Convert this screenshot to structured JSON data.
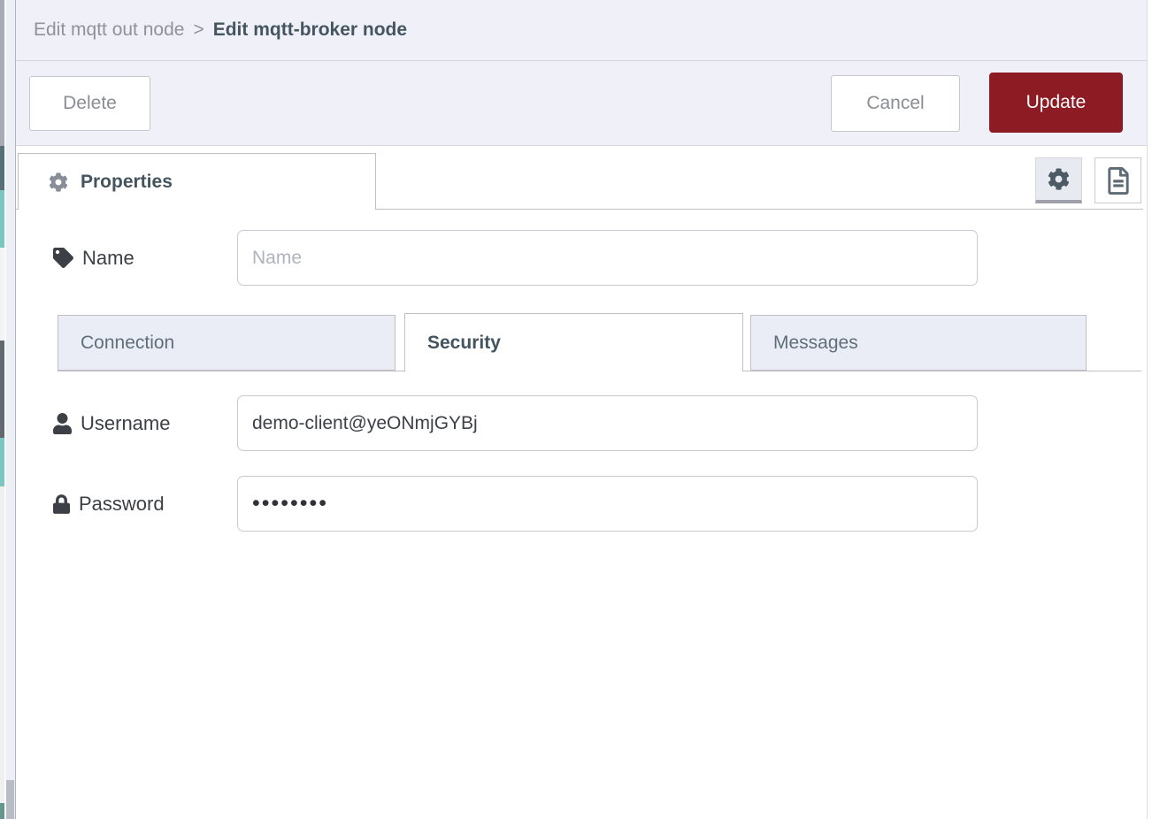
{
  "breadcrumb": {
    "parent": "Edit mqtt out node",
    "separator": ">",
    "current": "Edit mqtt-broker node"
  },
  "toolbar": {
    "delete_label": "Delete",
    "cancel_label": "Cancel",
    "update_label": "Update"
  },
  "editor": {
    "properties_tab_label": "Properties",
    "icon_buttons": [
      "node-settings-cog",
      "node-description-doc"
    ]
  },
  "form": {
    "name": {
      "label": "Name",
      "value": "",
      "placeholder": "Name"
    },
    "tabs": [
      {
        "label": "Connection",
        "active": false
      },
      {
        "label": "Security",
        "active": true
      },
      {
        "label": "Messages",
        "active": false
      }
    ],
    "active_tab": "Security",
    "username": {
      "label": "Username",
      "value": "demo-client@yeONmjGYBj"
    },
    "password": {
      "label": "Password",
      "value": "••••••••"
    }
  },
  "colors": {
    "primary_button": "#8c1b23",
    "panel_background": "#f0f1f8",
    "inactive_tab_background": "#ebedf6",
    "accent_teal": "#79c7c0"
  }
}
